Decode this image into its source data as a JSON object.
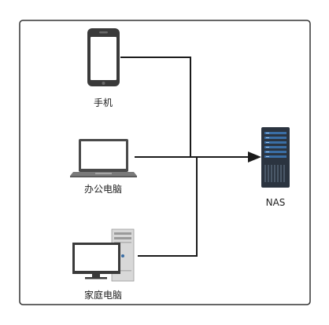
{
  "nodes": {
    "phone": {
      "label": "手机",
      "icon": "smartphone-icon"
    },
    "office_pc": {
      "label": "办公电脑",
      "icon": "laptop-icon"
    },
    "home_pc": {
      "label": "家庭电脑",
      "icon": "desktop-computer-icon"
    },
    "nas": {
      "label": "NAS",
      "icon": "server-rack-icon"
    }
  },
  "colors": {
    "frame": "#333333",
    "connector": "#1a1a1a",
    "device_dark": "#3a3a3a",
    "screen_light": "#ffffff",
    "server_blue": "#3a6ea5"
  }
}
